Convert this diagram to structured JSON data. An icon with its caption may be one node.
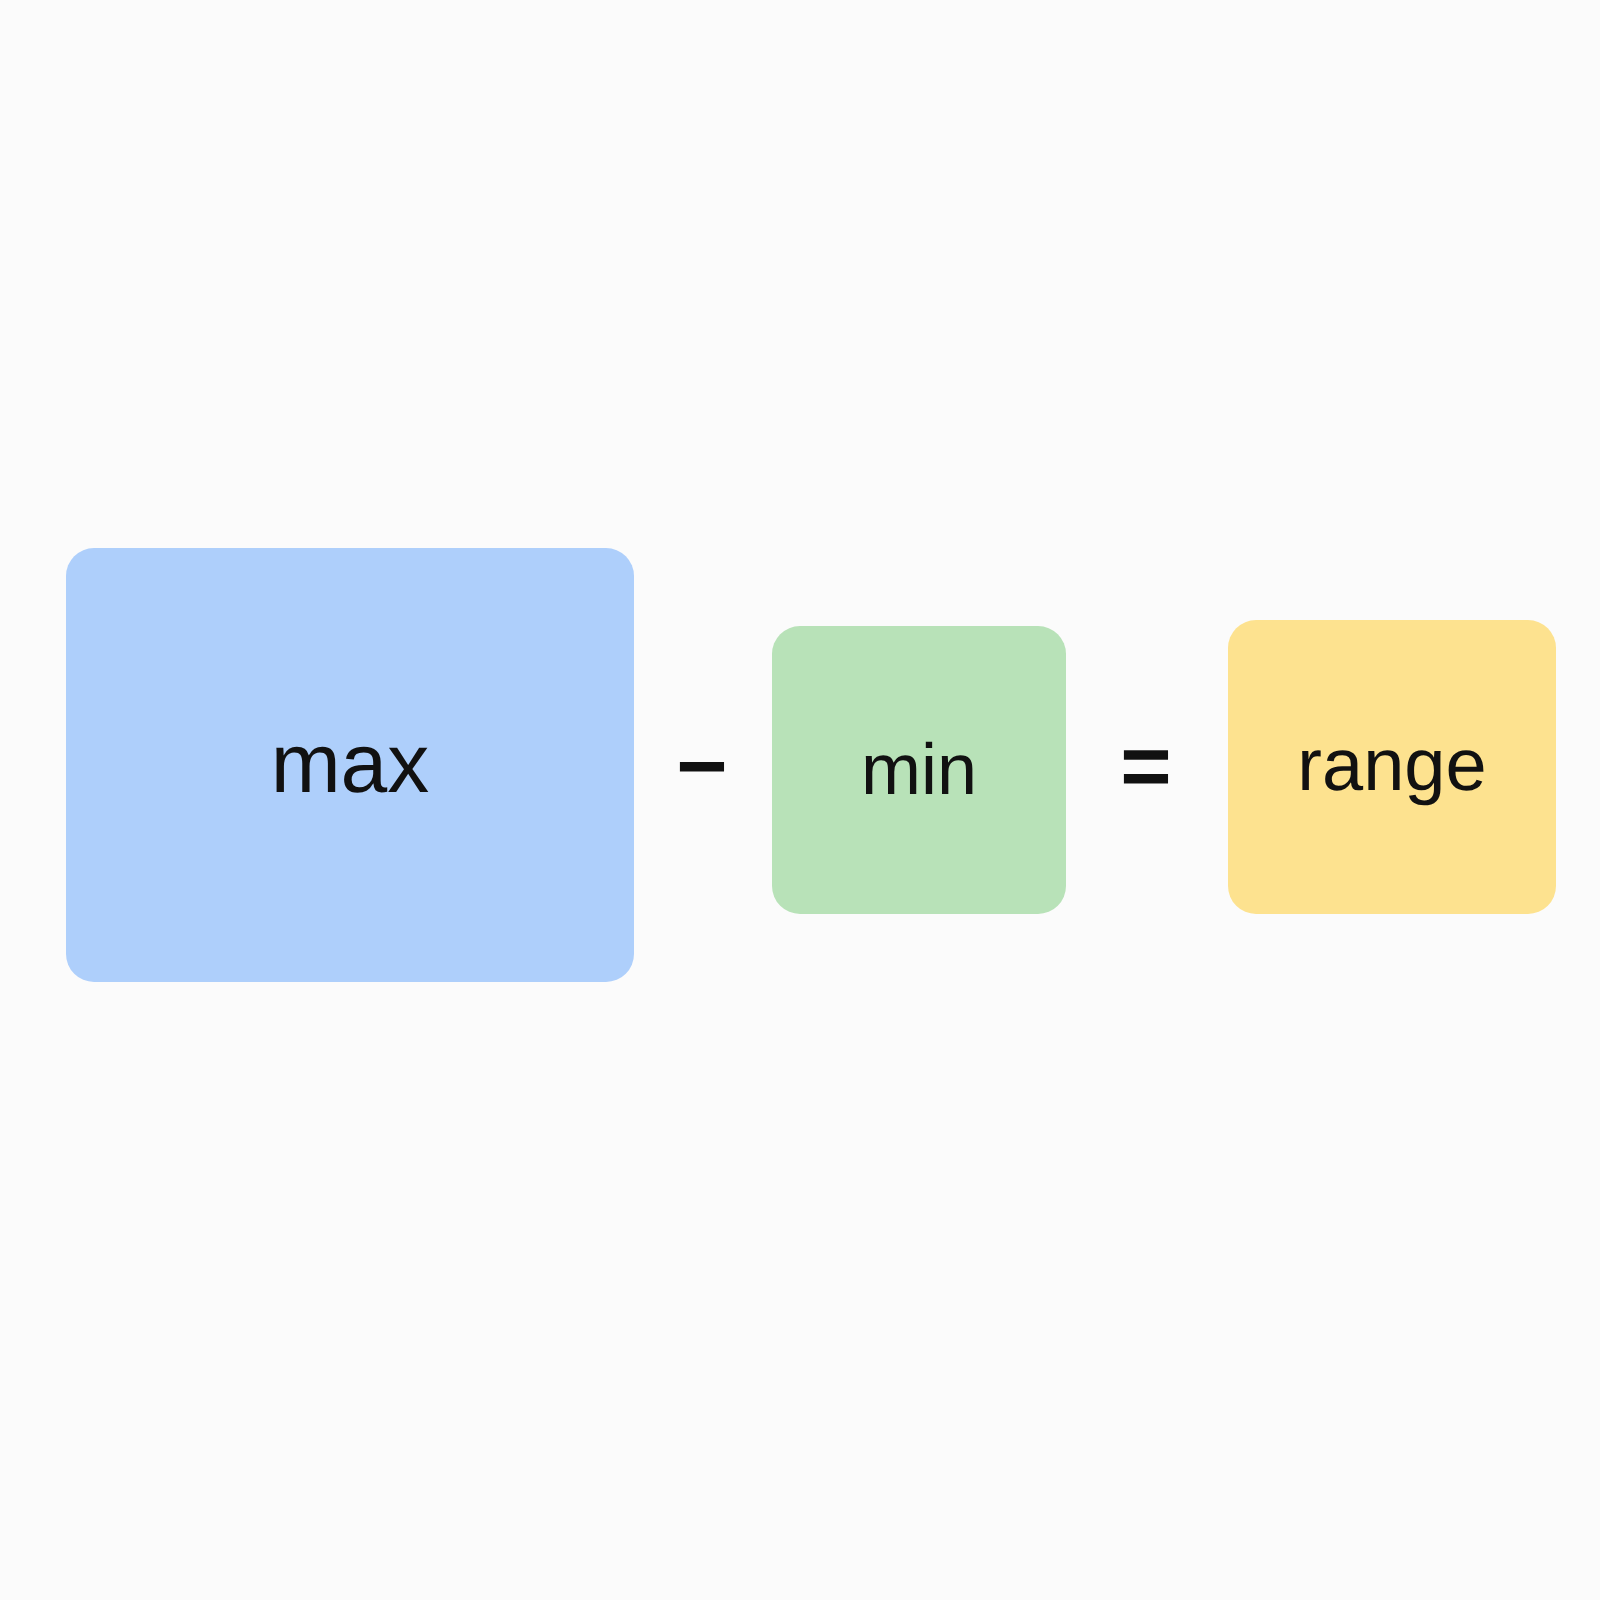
{
  "diagram": {
    "nodes": [
      {
        "text": [
          "max"
        ]
      },
      {
        "text": [
          "min"
        ]
      },
      {
        "text": [
          "range"
        ]
      }
    ],
    "labels": [
      "−",
      "="
    ]
  }
}
